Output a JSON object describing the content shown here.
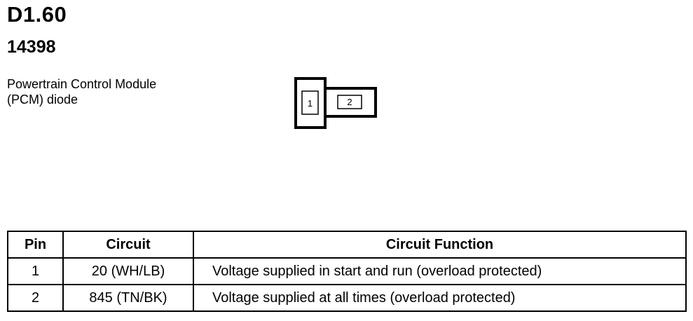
{
  "document": {
    "title": "D1.60",
    "part_number": "14398",
    "description": "Powertrain Control Module\n(PCM) diode"
  },
  "connector": {
    "pins": [
      "1",
      "2"
    ]
  },
  "table": {
    "headers": {
      "pin": "Pin",
      "circuit": "Circuit",
      "function": "Circuit Function"
    },
    "rows": [
      {
        "pin": "1",
        "circuit": "20 (WH/LB)",
        "function": "Voltage supplied in start and run (overload protected)"
      },
      {
        "pin": "2",
        "circuit": "845 (TN/BK)",
        "function": "Voltage supplied at all times (overload protected)"
      }
    ]
  }
}
